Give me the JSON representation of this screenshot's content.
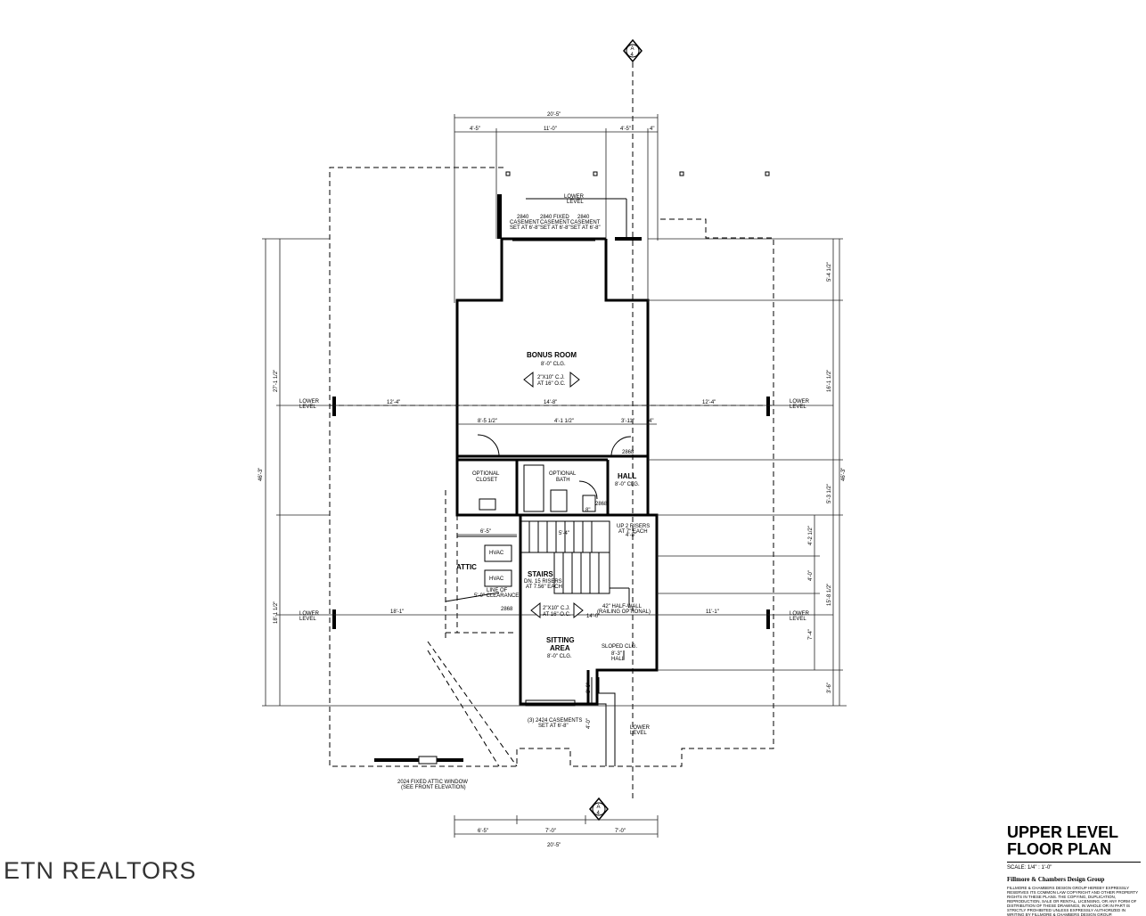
{
  "rooms": {
    "bonus": {
      "name": "BONUS ROOM",
      "ceiling": "8'-0\" CLG.",
      "joists_1": "2\"X10\" C.J.",
      "joists_2": "AT 16\" O.C."
    },
    "closet": {
      "line1": "OPTIONAL",
      "line2": "CLOSET"
    },
    "bath": {
      "line1": "OPTIONAL",
      "line2": "BATH"
    },
    "hall": {
      "name": "HALL",
      "ceiling": "8'-0\" CLG."
    },
    "attic": {
      "name": "ATTIC"
    },
    "stairs": {
      "name": "STAIRS",
      "note1": "DN. 15 RISERS",
      "note2": "AT 7.56\" EACH"
    },
    "sitting": {
      "line1": "SITTING",
      "line2": "AREA",
      "ceiling": "8'-0\" CLG."
    },
    "joists_2": {
      "line1": "2\"X10\" C.J.",
      "line2": "AT 16\" O.C."
    }
  },
  "notes": {
    "hvac": "HVAC",
    "clearance_1": "LINE OF",
    "clearance_2": "5'-0\" CLEARANCE",
    "up_risers_1": "UP 2 RISERS",
    "up_risers_2": "AT 7\" EACH",
    "half_wall_1": "42\" HALF-WALL",
    "half_wall_2": "(RAILING OPTIONAL)",
    "sloped_1": "SLOPED CLG.",
    "sloped_2": "8'-3\"",
    "sloped_3": "HALL",
    "door_2868": "2868",
    "door_2868b": "2868",
    "door_2868c": "2868",
    "lower_level_1": "LOWER",
    "lower_level_2": "LEVEL",
    "win_1a": "2840",
    "win_1b": "CASEMENT",
    "win_1c": "SET AT 6'-8\"",
    "win_2a": "2840 FIXED",
    "win_2b": "CASEMENT",
    "win_2c": "SET AT 6'-8\"",
    "win_3a": "2840",
    "win_3b": "CASEMENT",
    "win_3c": "SET AT 6'-8\"",
    "casements_1": "(3) 2424 CASEMENTS",
    "casements_2": "SET AT 6'-8\"",
    "attic_window_1": "2024 FIXED ATTIC WINDOW",
    "attic_window_2": "(SEE FRONT ELEVATION)",
    "section_mark": "A",
    "section_sheet": "4"
  },
  "dims": {
    "top_total": "20'-5\"",
    "top_a": "4'-5\"",
    "top_b": "11'-0\"",
    "top_c": "4'-5\"",
    "top_d": "4\"",
    "mid_left": "12'-4\"",
    "mid_center": "14'-8\"",
    "mid_right": "12'-4\"",
    "row_a": "8'-5 1/2\"",
    "row_b": "4'-1 1/2\"",
    "row_c": "3'-11\"",
    "row_d": "4\"",
    "att_a": "6'-5\"",
    "att_b": "5'-4\"",
    "att_c": "4'-8\"",
    "low_left": "18'-1\"",
    "low_center": "14'-0\"",
    "low_right": "11'-1\"",
    "stair_b": "8\"",
    "bot_a": "6'-5\"",
    "bot_b": "7'-0\"",
    "bot_c": "7'-0\"",
    "bot_total": "20'-5\"",
    "left_total": "46'-3\"",
    "left_upper": "27'-1 1/2\"",
    "left_lower": "18'-1 1/2\"",
    "right_total": "46'-3\"",
    "right_a": "5'-4 1/2\"",
    "right_b": "16'-1 1/2\"",
    "right_c": "5'-3 1/2\"",
    "right_d": "4'-2 1/2\"",
    "right_e": "4'-0\"",
    "right_f": "15'-8 1/2\"",
    "right_g": "7'-4\"",
    "right_h": "3'-6\"",
    "ent_a": "3'-6\"",
    "ent_b": "4'-0\""
  },
  "watermark": "ETN REALTORS",
  "title": {
    "line1": "UPPER LEVEL",
    "line2": "FLOOR PLAN",
    "scale": "SCALE: 1/4\" : 1'-0\"",
    "firm": "Fillmore & Chambers Design Group",
    "legal": "FILLMORE & CHAMBERS DESIGN GROUP HEREBY EXPRESSLY RESERVES ITS COMMON LAW COPYRIGHT AND OTHER PROPERTY RIGHTS IN THESE PLANS. THE COPYING, DUPLICATION, REPRODUCTION, SALE OR RENTAL, LICENSING, OR ANY FORM OF DISTRIBUTION OF THESE DRAWINGS, IN WHOLE OR IN PART IS STRICTLY PROHIBITED UNLESS EXPRESSLY AUTHORIZED IN WRITING BY FILLMORE & CHAMBERS DESIGN GROUP."
  }
}
